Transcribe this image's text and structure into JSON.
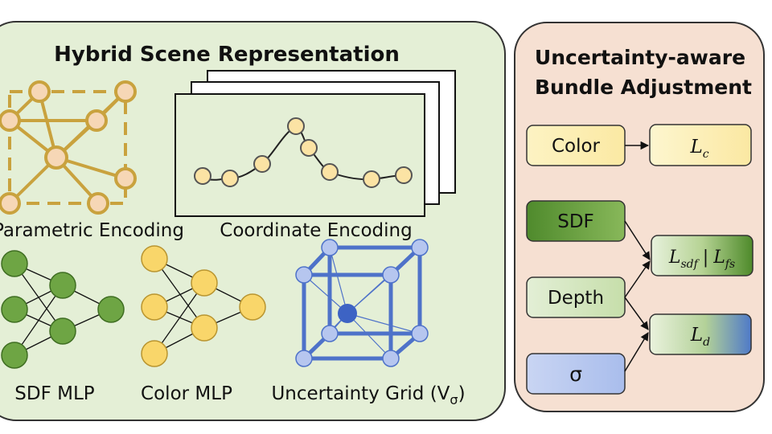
{
  "left_panel": {
    "title": "Hybrid Scene Representation",
    "parametric_label": "Parametric Encoding",
    "coordinate_label": "Coordinate Encoding",
    "sdf_mlp_label": "SDF MLP",
    "color_mlp_label": "Color MLP",
    "uncertainty_grid_label": "Uncertainty Grid (V",
    "uncertainty_grid_sub": "σ",
    "uncertainty_grid_close": ")"
  },
  "right_panel": {
    "title_line1": "Uncertainty-aware",
    "title_line2": "Bundle Adjustment",
    "inputs": {
      "color": "Color",
      "sdf": "SDF",
      "depth": "Depth",
      "sigma": "σ"
    },
    "losses": {
      "lc_main": "L",
      "lc_sub": "c",
      "lsdf_main": "L",
      "lsdf_sub": "sdf",
      "separator": "|",
      "lfs_main": "L",
      "lfs_sub": "fs",
      "ld_main": "L",
      "ld_sub": "d"
    }
  },
  "colors": {
    "left_panel_bg": "#e4efd6",
    "right_panel_bg": "#f6e0d2",
    "param_gold": "#c9a23e",
    "param_node": "#f6d7b6",
    "coord_node": "#fbe3a4",
    "sdf_green": "#6ea544",
    "color_yellow": "#f9d66a",
    "grid_blue": "#4e72c9",
    "grid_node": "#b6c6ef"
  }
}
